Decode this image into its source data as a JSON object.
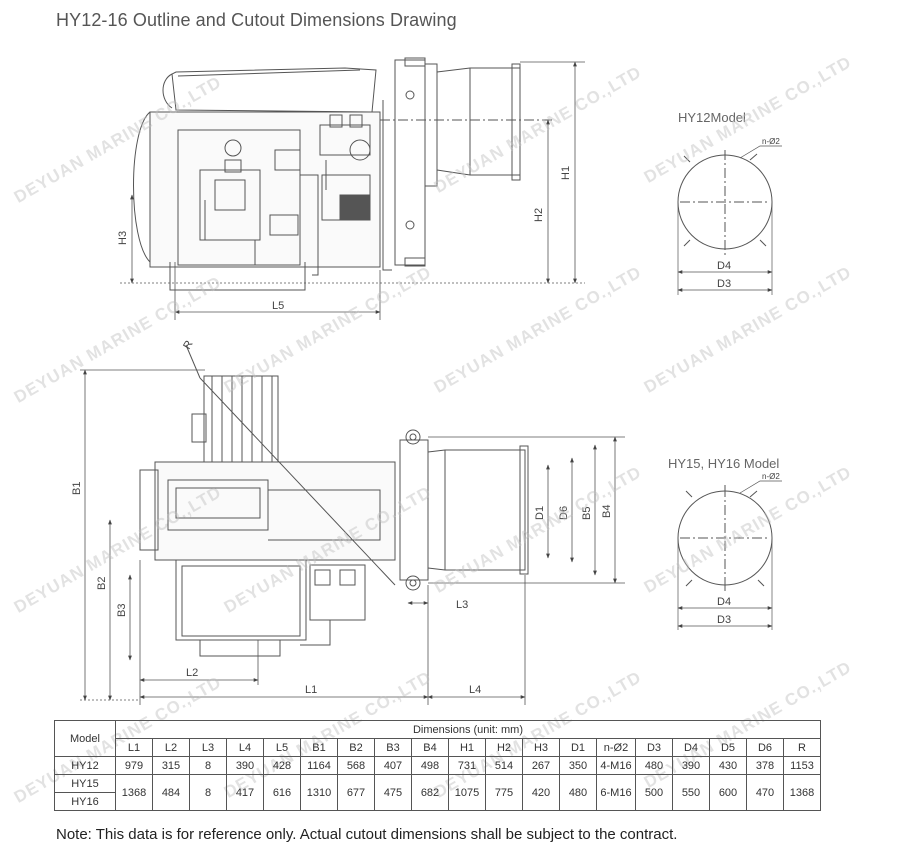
{
  "title": "HY12-16 Outline and Cutout Dimensions Drawing",
  "side_view": {
    "dims": {
      "h1": "H1",
      "h2": "H2",
      "h3": "H3",
      "l5": "L5"
    }
  },
  "top_view": {
    "dims": {
      "b1": "B1",
      "b2": "B2",
      "b3": "B3",
      "b4": "B4",
      "b5": "B5",
      "d1": "D1",
      "d6": "D6",
      "l1": "L1",
      "l2": "L2",
      "l3": "L3",
      "l4": "L4",
      "r": "R"
    }
  },
  "cutouts": [
    {
      "caption_plain": "HY12Model",
      "bolt": "n-Ø2",
      "d4": "D4",
      "d3": "D3"
    },
    {
      "caption_part1": "HY15, ",
      "caption_bold": "HY16",
      "caption_part2": " Model",
      "bolt": "n-Ø2",
      "d4": "D4",
      "d3": "D3"
    }
  ],
  "watermark": "DEYUAN MARINE CO.,LTD",
  "table": {
    "model_header": "Model",
    "group_header": "Dimensions (unit: mm)",
    "columns": [
      "L1",
      "L2",
      "L3",
      "L4",
      "L5",
      "B1",
      "B2",
      "B3",
      "B4",
      "H1",
      "H2",
      "H3",
      "D1",
      "n-Ø2",
      "D3",
      "D4",
      "D5",
      "D6",
      "R"
    ],
    "rows": [
      {
        "model": "HY12",
        "values": [
          "979",
          "315",
          "8",
          "390",
          "428",
          "1164",
          "568",
          "407",
          "498",
          "731",
          "514",
          "267",
          "350",
          "4-M16",
          "480",
          "390",
          "430",
          "378",
          "1153"
        ]
      },
      {
        "model": "HY15",
        "model2": "HY16",
        "values": [
          "1368",
          "484",
          "8",
          "417",
          "616",
          "1310",
          "677",
          "475",
          "682",
          "1075",
          "775",
          "420",
          "480",
          "6-M16",
          "500",
          "550",
          "600",
          "470",
          "1368"
        ]
      }
    ]
  },
  "note": "Note: This data is for reference only. Actual cutout dimensions shall be subject to the contract."
}
